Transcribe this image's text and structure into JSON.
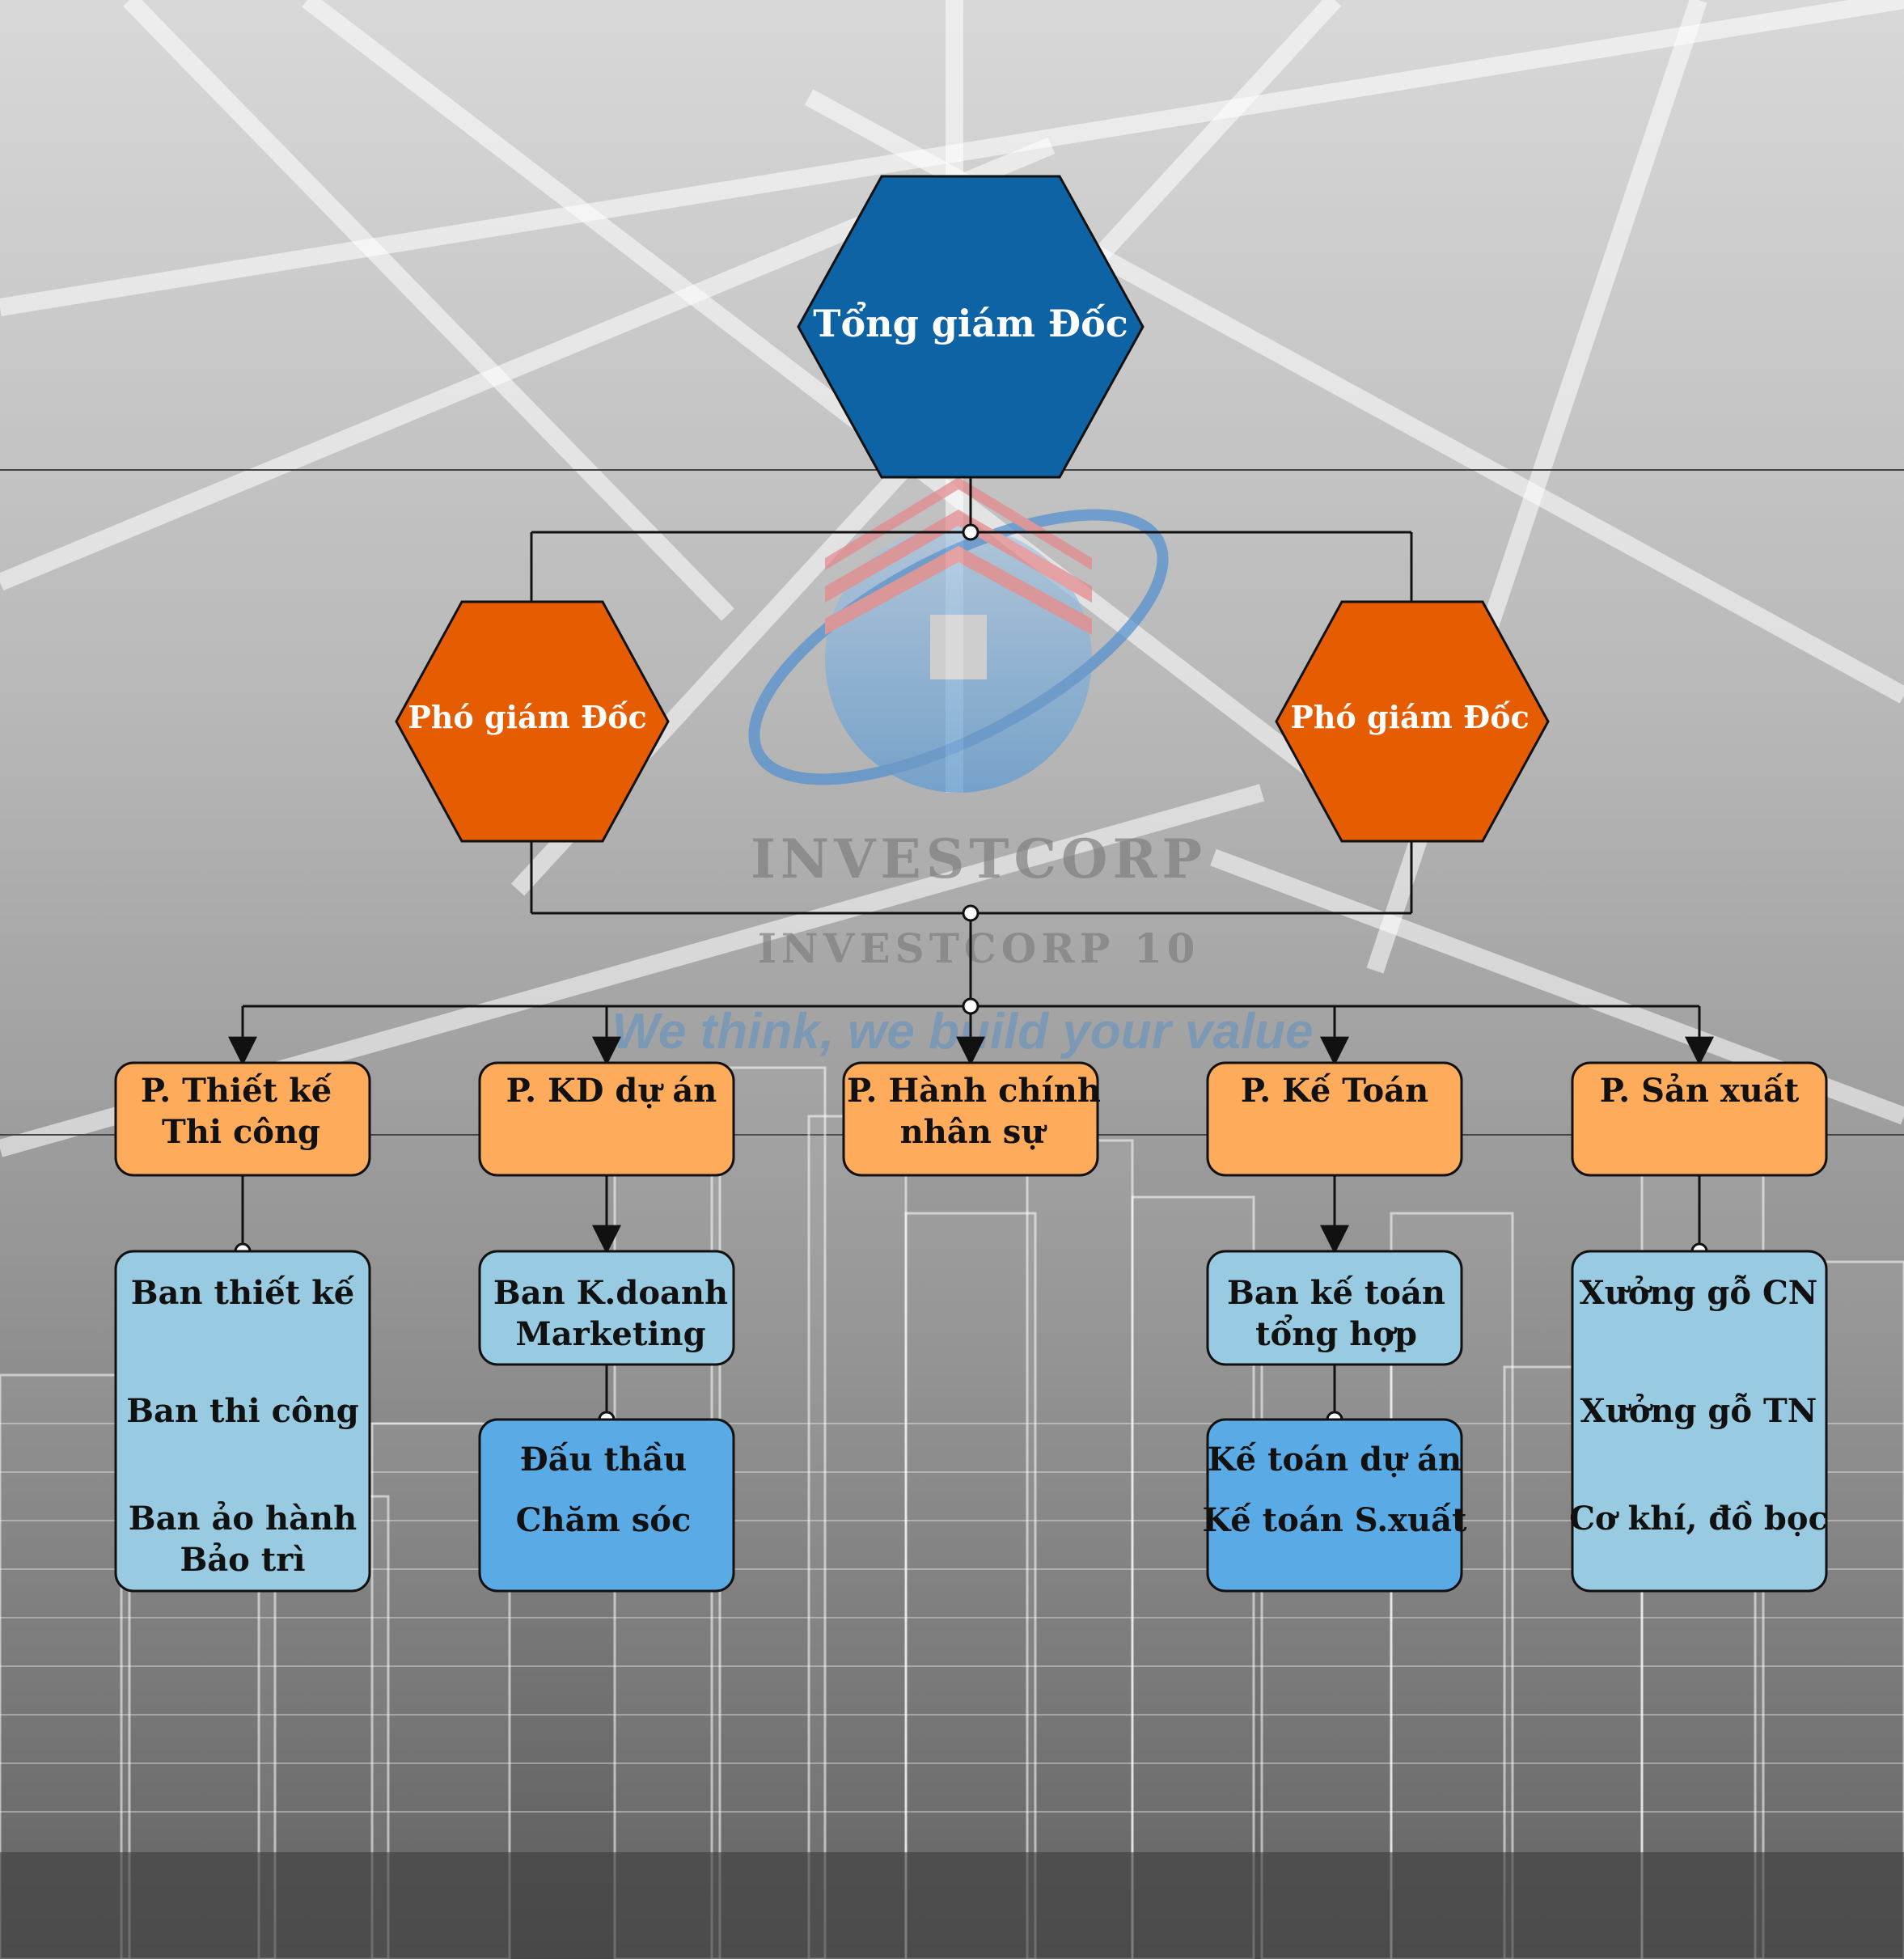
{
  "colors": {
    "ceo_fill": "#0e63a4",
    "vice_fill": "#e65c00",
    "dept_fill": "#ffab5c",
    "sub_light_fill": "#98cbe1",
    "sub_dark_fill": "#5aaae6",
    "line": "#111111"
  },
  "watermark": {
    "brand": "INVESTCORP",
    "brand_sub": "INVESTCORP 10",
    "slogan": "We think, we build your value"
  },
  "ceo": {
    "label": "Tổng giám Đốc"
  },
  "vice_directors": [
    {
      "label": "Phó giám Đốc"
    },
    {
      "label": "Phó giám Đốc"
    }
  ],
  "departments": [
    {
      "line1": "P. Thiết kế",
      "line2": "Thi công"
    },
    {
      "line1": "P. KD dự án",
      "line2": ""
    },
    {
      "line1": "P. Hành chính",
      "line2": "nhân sự"
    },
    {
      "line1": "P. Kế Toán",
      "line2": ""
    },
    {
      "line1": "P. Sản xuất",
      "line2": ""
    }
  ],
  "units": {
    "design": [
      "Ban thiết kế",
      "Ban thi công",
      "Ban ảo hành",
      "Bảo trì"
    ],
    "business": [
      "Ban K.doanh",
      "Marketing"
    ],
    "business_sub": [
      "Đấu thầu",
      "Chăm sóc"
    ],
    "accounting": [
      "Ban kế toán",
      "tổng hợp"
    ],
    "accounting_sub": [
      "Kế toán dự án",
      "Kế toán S.xuất"
    ],
    "production": [
      "Xưởng gỗ CN",
      "Xưởng gỗ TN",
      "Cơ khí, đồ bọc"
    ]
  }
}
